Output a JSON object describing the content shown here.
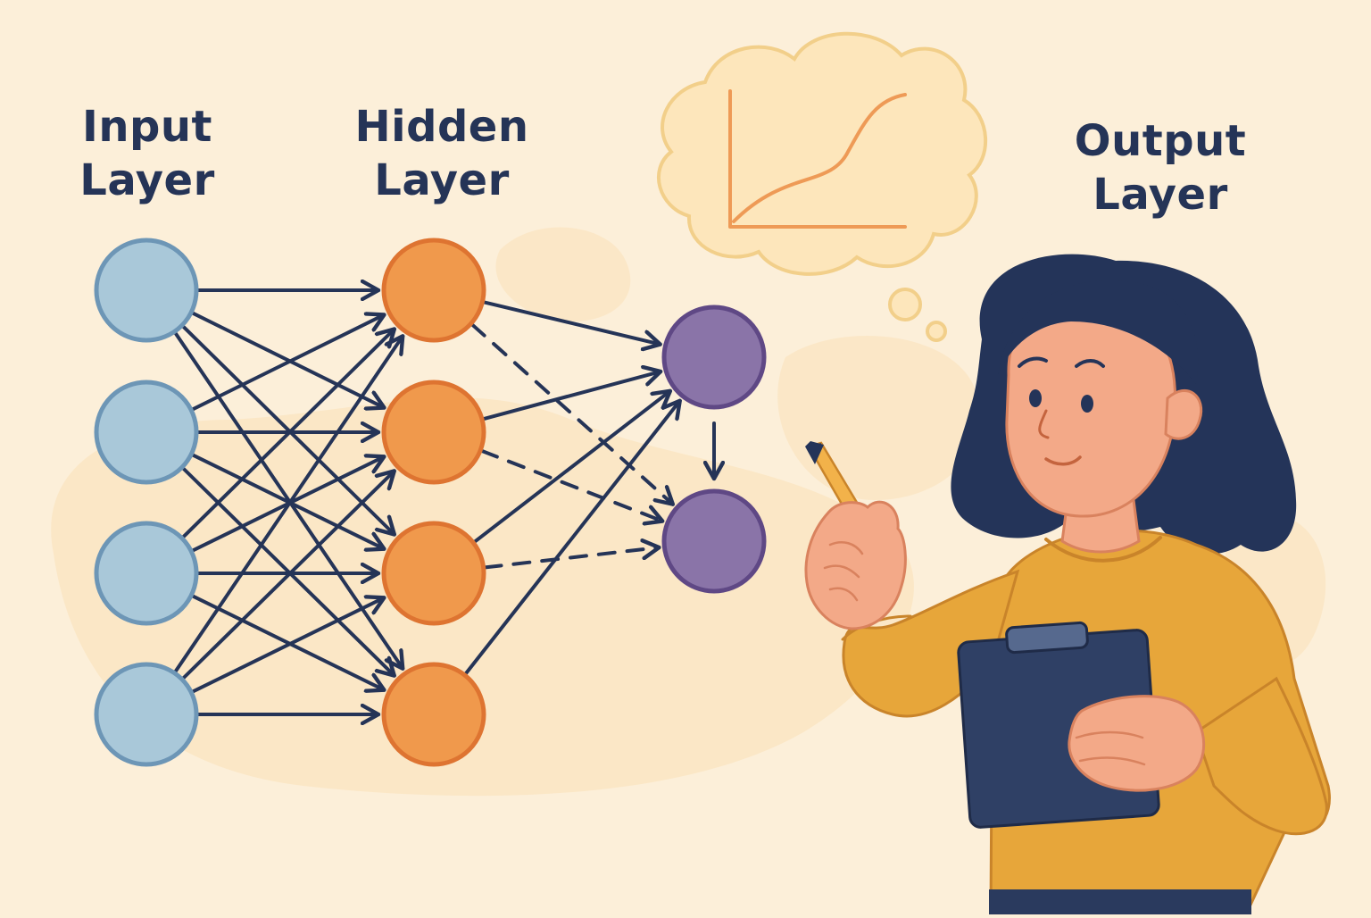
{
  "labels": {
    "input": {
      "line1": "Input",
      "line2": "Layer"
    },
    "hidden": {
      "line1": "Hidden",
      "line2": "Layer"
    },
    "output": {
      "line1": "Output",
      "line2": "Layer"
    }
  },
  "network": {
    "layers": [
      {
        "id": "input",
        "nodes": 4,
        "color": "#a9c8d9",
        "stroke": "#6d96b6"
      },
      {
        "id": "hidden",
        "nodes": 4,
        "color": "#f0994c",
        "stroke": "#de7431"
      },
      {
        "id": "output",
        "nodes": 2,
        "color": "#8a74a8",
        "stroke": "#5f4885"
      }
    ],
    "edge_color": "#253457",
    "input_to_hidden": [
      [
        0,
        0
      ],
      [
        0,
        1
      ],
      [
        0,
        2
      ],
      [
        0,
        3
      ],
      [
        1,
        0
      ],
      [
        1,
        1
      ],
      [
        1,
        2
      ],
      [
        1,
        3
      ],
      [
        2,
        0
      ],
      [
        2,
        1
      ],
      [
        2,
        2
      ],
      [
        2,
        3
      ],
      [
        3,
        0
      ],
      [
        3,
        1
      ],
      [
        3,
        2
      ],
      [
        3,
        3
      ]
    ],
    "hidden_to_output": [
      {
        "from": 0,
        "to": 0,
        "style": "solid"
      },
      {
        "from": 0,
        "to": 1,
        "style": "dashed"
      },
      {
        "from": 1,
        "to": 0,
        "style": "solid"
      },
      {
        "from": 1,
        "to": 1,
        "style": "dashed"
      },
      {
        "from": 2,
        "to": 0,
        "style": "solid"
      },
      {
        "from": 2,
        "to": 1,
        "style": "dashed"
      },
      {
        "from": 3,
        "to": 0,
        "style": "solid"
      }
    ],
    "output_internal": {
      "from": 0,
      "to": 1
    }
  },
  "thought_bubble": {
    "icon": "sigmoid-graph-icon",
    "fill": "#fde6bb",
    "stroke": "#f2cf8a",
    "curve_color": "#ee9a56"
  },
  "person": {
    "hair_color": "#243459",
    "skin_color": "#f3a988",
    "sweater_color": "#e7a63a",
    "clipboard_color": "#2f4065",
    "pencil_color": "#f2b24a"
  },
  "colors": {
    "background": "#fcefd9",
    "blob": "#fbe5c0",
    "text": "#253457"
  }
}
